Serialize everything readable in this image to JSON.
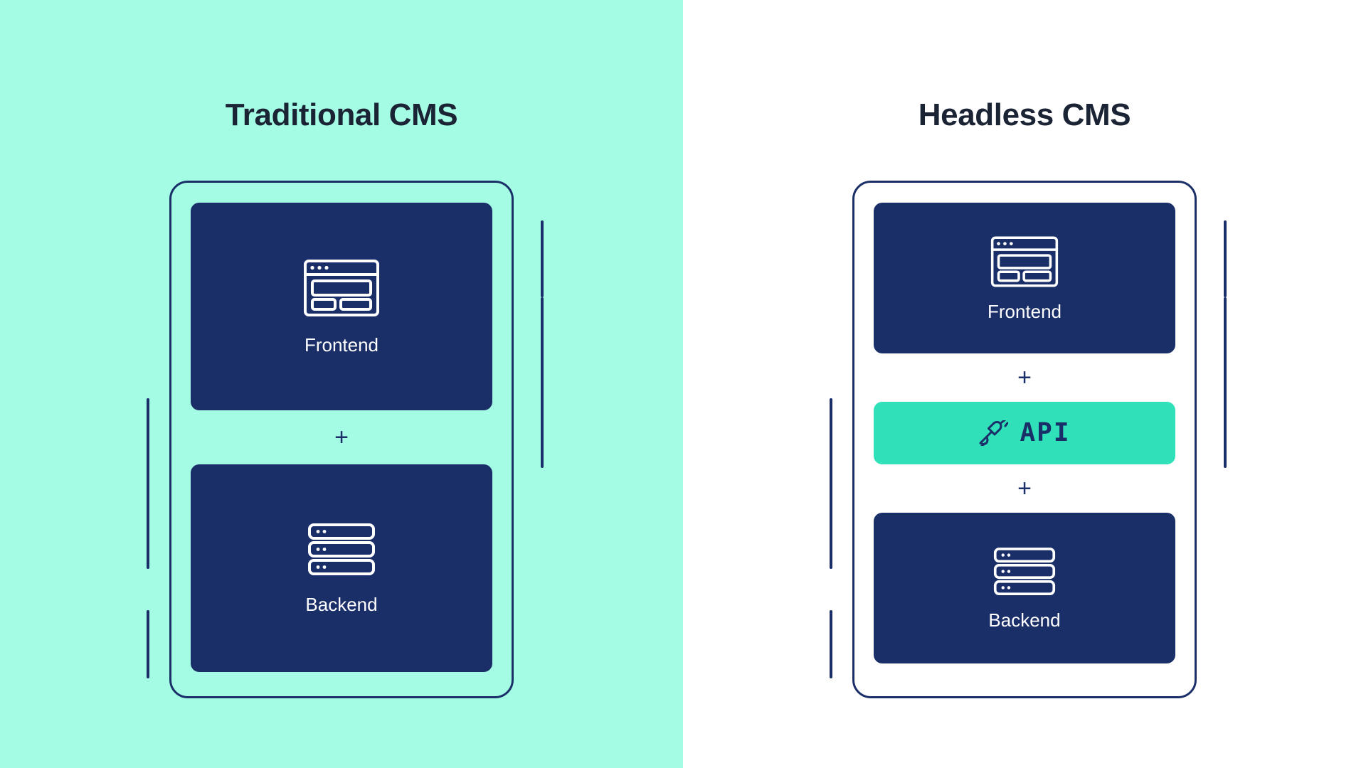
{
  "colors": {
    "mint_background": "#A5FCE4",
    "white_background": "#FFFFFF",
    "navy": "#1A2F68",
    "title_text": "#1B2434",
    "api_teal": "#2FE0B8",
    "block_text": "#FFFFFF"
  },
  "panels": [
    {
      "id": "traditional",
      "title": "Traditional CMS",
      "background": "#A5FCE4",
      "blocks": [
        {
          "label": "Frontend",
          "icon": "browser-window-icon",
          "type": "navy-card"
        },
        {
          "separator": "+"
        },
        {
          "label": "Backend",
          "icon": "server-stack-icon",
          "type": "navy-card"
        }
      ]
    },
    {
      "id": "headless",
      "title": "Headless CMS",
      "background": "#FFFFFF",
      "blocks": [
        {
          "label": "Frontend",
          "icon": "browser-window-icon",
          "type": "navy-card"
        },
        {
          "separator": "+"
        },
        {
          "label": "API",
          "icon": "plug-connector-icon",
          "type": "api-bar"
        },
        {
          "separator": "+"
        },
        {
          "label": "Backend",
          "icon": "server-stack-icon",
          "type": "navy-card"
        }
      ]
    }
  ],
  "separators": {
    "plus": "+"
  },
  "icon_names": {
    "frontend": "browser-window-icon",
    "backend": "server-stack-icon",
    "api": "plug-connector-icon"
  }
}
